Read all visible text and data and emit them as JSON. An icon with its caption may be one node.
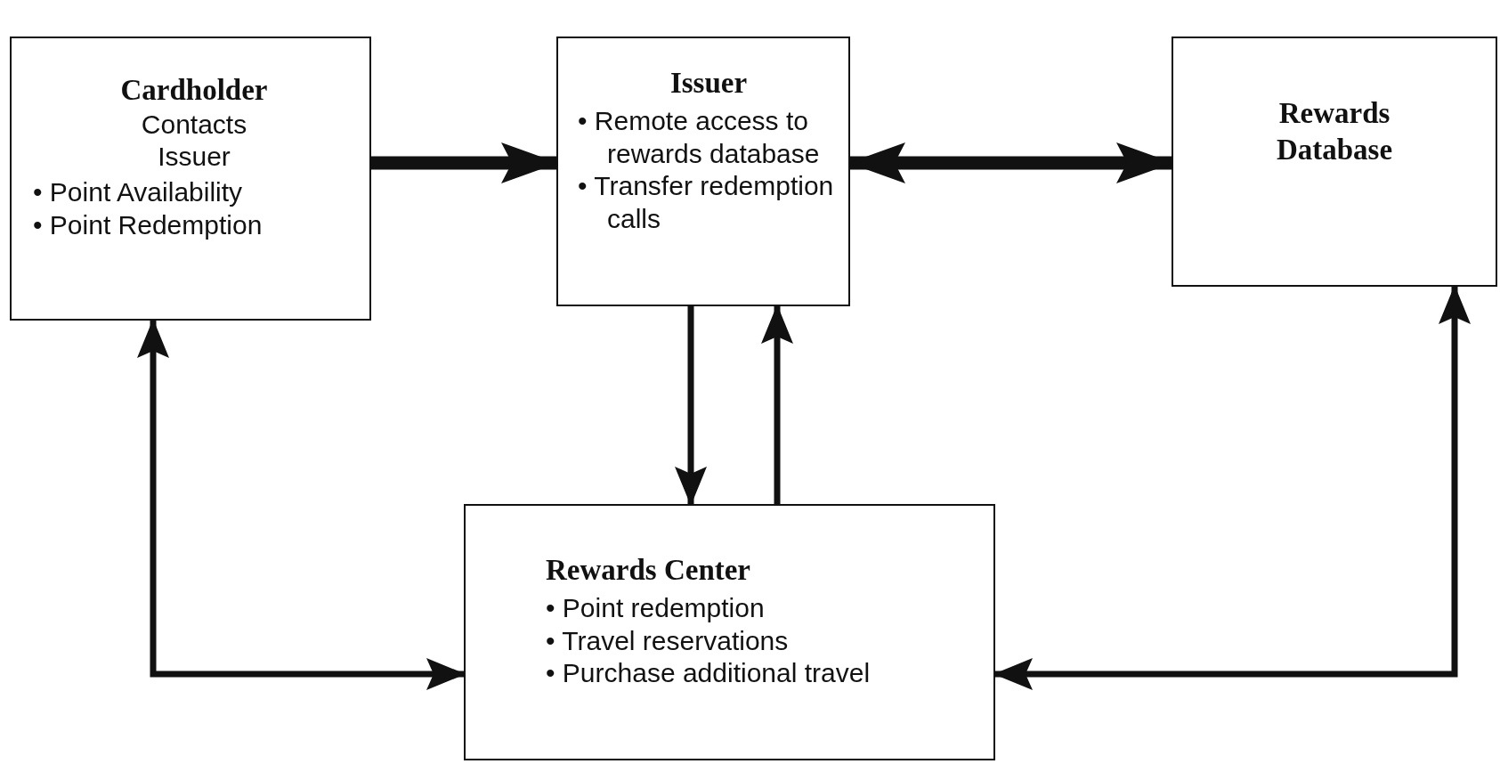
{
  "diagram": {
    "nodes": [
      {
        "text": [
          "Cardholder",
          "Contacts Issuer",
          "• Point Availability",
          "• Point Redemption"
        ]
      },
      {
        "text": [
          "Issuer",
          "• Remote access to rewards database",
          "• Transfer redemption calls"
        ]
      },
      {
        "text": [
          "Rewards Database"
        ]
      },
      {
        "text": [
          "Rewards Center",
          "• Point redemption",
          "• Travel reservations",
          "• Purchase additional travel"
        ]
      }
    ],
    "edges": [
      {
        "from": 0,
        "to": 1,
        "arrow": "to",
        "style": "thick"
      },
      {
        "from": 1,
        "to": 2,
        "arrow": "both",
        "style": "thick"
      },
      {
        "from": 1,
        "to": 3,
        "arrow": "to"
      },
      {
        "from": 3,
        "to": 1,
        "arrow": "to"
      },
      {
        "from": 3,
        "to": 0,
        "arrow": "both"
      },
      {
        "from": 3,
        "to": 2,
        "arrow": "both"
      }
    ]
  }
}
